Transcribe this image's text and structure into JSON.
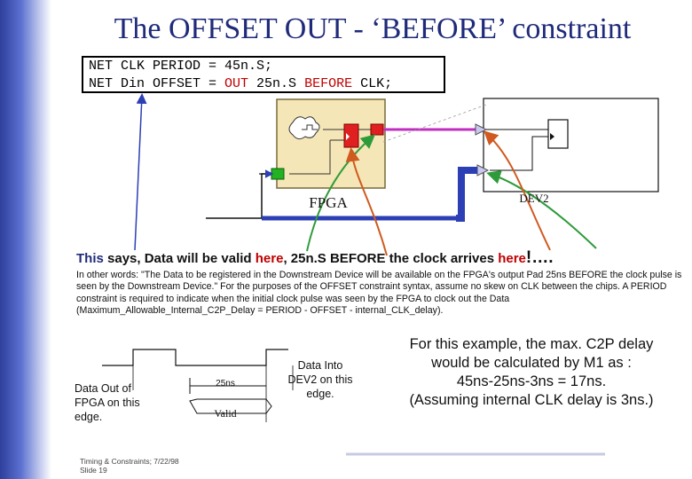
{
  "title": "The OFFSET OUT - ‘BEFORE’ constraint",
  "code": {
    "line1": "NET CLK PERIOD = 45n.S;",
    "line2_part1": "NET Din OFFSET = ",
    "line2_out": "OUT",
    "line2_mid": " 25n.S ",
    "line2_before": "BEFORE",
    "line2_end": " CLK;"
  },
  "diagram": {
    "fpga_label": "FPGA",
    "dev2_label": "DEV2",
    "colors": {
      "fpga_fill": "#f4e6b6",
      "ff_red": "#e02020",
      "green": "#22b222",
      "blue_bus": "#2d3fb4",
      "arrow_green": "#2e9b3a",
      "arrow_orange": "#d05a20"
    }
  },
  "statement": {
    "this": "This",
    "p1": " says, Data will be valid ",
    "here1": "here",
    "p2": ", 25n.S BEFORE the clock arrives ",
    "here2": "here",
    "bang": "!",
    "dots": "…."
  },
  "explanation": "In other words: \"The Data to be registered in the Downstream Device will be available on the FPGA's output Pad 25ns BEFORE the clock pulse is seen by the Downstream Device.\"  For the purposes of the OFFSET constraint syntax, assume no skew on CLK between the chips. A PERIOD constraint is required to indicate when the initial clock pulse was seen by the FPGA to clock out the Data (Maximum_Allowable_Internal_C2P_Delay = PERIOD - OFFSET - internal_CLK_delay).",
  "timing": {
    "label_25ns": "25ns",
    "label_valid": "Valid",
    "caption_out": "Data Out of FPGA on this edge.",
    "caption_into": "Data Into DEV2 on this edge."
  },
  "example": {
    "line1": "For this example, the max. C2P delay",
    "line2": "would be calculated by M1 as :",
    "line3": "45ns-25ns-3ns = 17ns.",
    "line4": "(Assuming internal CLK delay is 3ns.)"
  },
  "footer": {
    "line1": "Timing & Constraints; 7/22/98",
    "line2": "Slide 19"
  }
}
